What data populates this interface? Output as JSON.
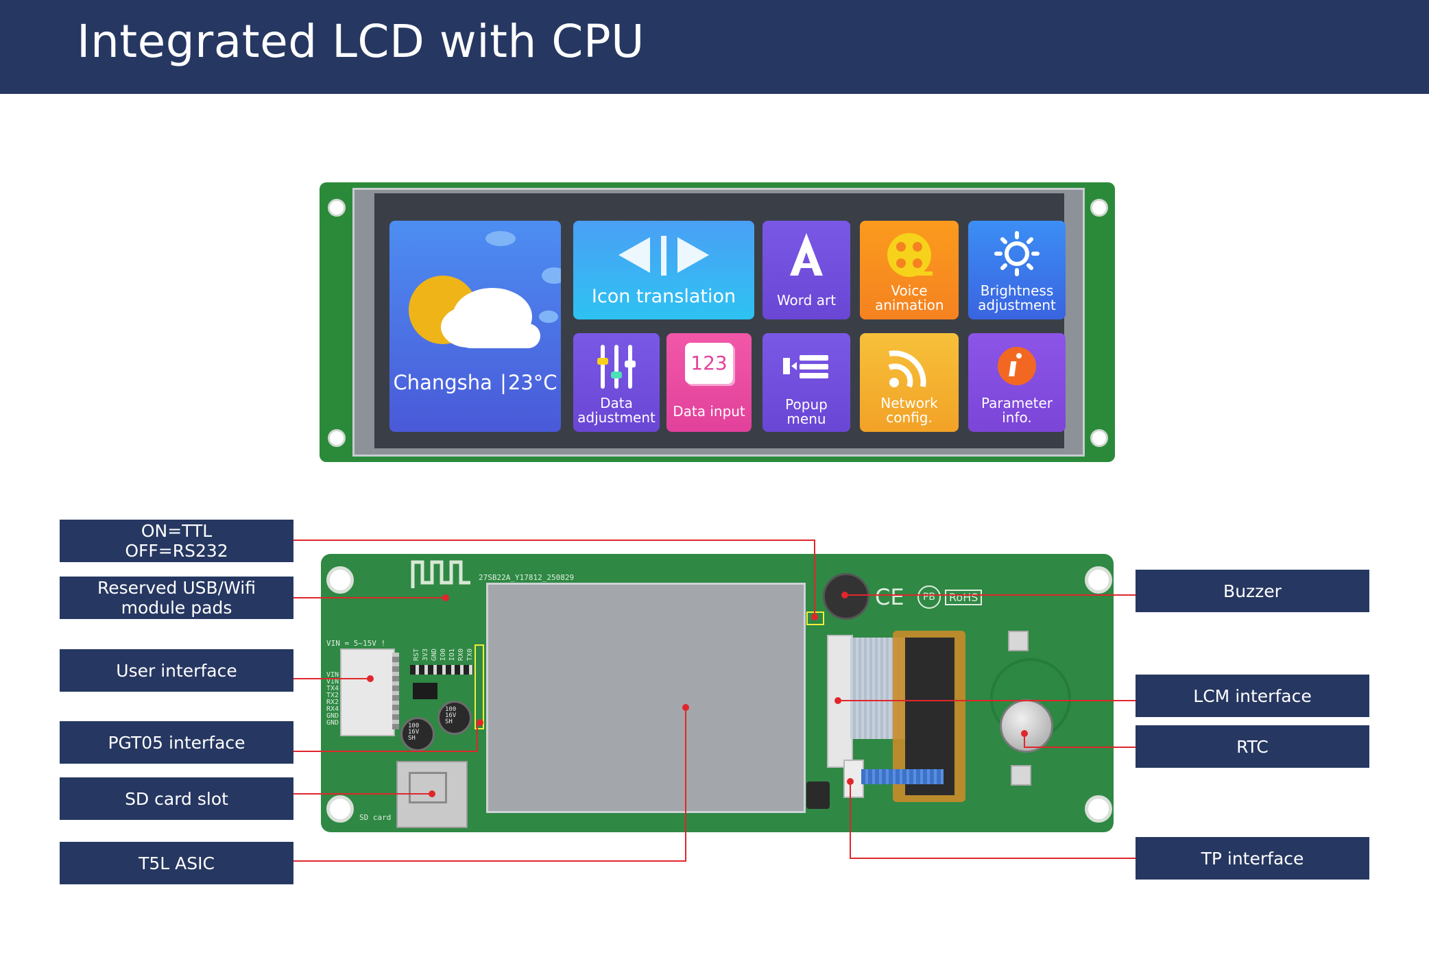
{
  "page_title": "Integrated LCD with CPU",
  "screen": {
    "weather_city": "Changsha",
    "weather_temp": "23°C",
    "tiles": [
      {
        "label": "Icon translation",
        "icon": "arrows-icon"
      },
      {
        "label": "Word art",
        "icon": "letter-a-icon"
      },
      {
        "label": "Voice animation",
        "icon": "film-reel-icon"
      },
      {
        "label": "Brightness adjustment",
        "icon": "sun-icon"
      },
      {
        "label": "Data adjustment",
        "icon": "sliders-icon"
      },
      {
        "label": "Data input",
        "icon": "number-123-icon",
        "icon_text": "123"
      },
      {
        "label": "Popup menu",
        "icon": "menu-icon"
      },
      {
        "label": "Network config.",
        "icon": "rss-icon"
      },
      {
        "label": "Parameter info.",
        "icon": "info-icon"
      }
    ]
  },
  "pcb_silkscreen": {
    "board_id": "27SB22A_Y17812_250829",
    "vin": "VIN = 5~15V !",
    "sd": "SD card",
    "pins_left": [
      "VIN",
      "VIN",
      "TX4",
      "TX2",
      "RX2",
      "RX4",
      "GND",
      "GND"
    ],
    "pins_top": [
      "RST",
      "3V3",
      "GND",
      "IO0",
      "IO1",
      "RX0",
      "TX0"
    ],
    "cap1": "100\n16V\nSH",
    "cap2": "100\n16V\nSH",
    "marks": [
      "CE",
      "PB",
      "RoHS"
    ]
  },
  "callouts": {
    "left": [
      {
        "label": "ON=TTL\nOFF=RS232"
      },
      {
        "label": "Reserved USB/Wifi\nmodule pads"
      },
      {
        "label": "User interface"
      },
      {
        "label": "PGT05  interface"
      },
      {
        "label": "SD card slot"
      },
      {
        "label": "T5L ASIC"
      }
    ],
    "right": [
      {
        "label": "Buzzer"
      },
      {
        "label": "LCM interface"
      },
      {
        "label": "RTC"
      },
      {
        "label": "TP interface"
      }
    ]
  },
  "colors": {
    "header": "#263761",
    "callout_bg": "#263761",
    "leader_line": "#e0262b",
    "pcb_green": "#2f8844",
    "lcd_back": "#a3a6aa"
  }
}
